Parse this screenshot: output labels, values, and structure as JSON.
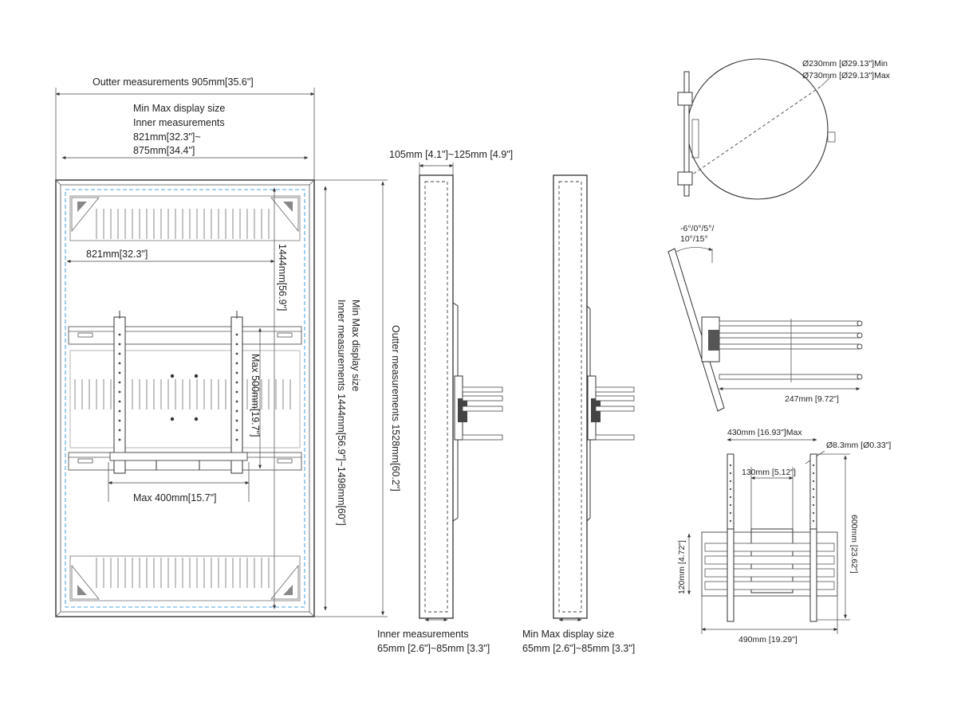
{
  "front": {
    "outer_width": "Outter measurements 905mm[35.6\"]",
    "inner_title_1": "Min Max display size",
    "inner_title_2": "Inner measurements",
    "inner_min": "821mm[32.3\"]~",
    "inner_max": "875mm[34.4\"]",
    "inner_width": "821mm[32.3\"]",
    "inner_height": "1444mm[56.9\"]",
    "max_vesa_v": "Max 500mm[19.7\"]",
    "max_vesa_h": "Max 400mm[15.7\"]",
    "side_label_1": "Min Max display size",
    "side_label_2": "Inner measurements 1444mm[56.9\"]~1498mm[60\"]",
    "outer_height": "Outter measurements 1528mm[60.2\"]"
  },
  "side": {
    "depth": "105mm [4.1\"]~125mm [4.9\"]",
    "left_caption_1": "Inner measurements",
    "left_caption_2": "65mm [2.6\"]~85mm [3.3\"]",
    "right_caption_1": "Min Max display size",
    "right_caption_2": "65mm [2.6\"]~85mm [3.3\"]"
  },
  "rotation": {
    "min": "Ø230mm [Ø29.13\"]Min",
    "max": "Ø730mm [Ø29.13\"]Max"
  },
  "tilt": {
    "angles_1": "-6°/0°/5°/",
    "angles_2": "10°/15°",
    "depth": "247mm [9.72\"]"
  },
  "bracket": {
    "width_max": "430mm [16.93\"]Max",
    "hole": "Ø8.3mm [Ø0.33\"]",
    "center": "130mm [5.12\"]",
    "height": "600mm [23.62\"]",
    "plate_height": "120mm [4.72\"]",
    "base_width": "490mm [19.29\"]"
  }
}
